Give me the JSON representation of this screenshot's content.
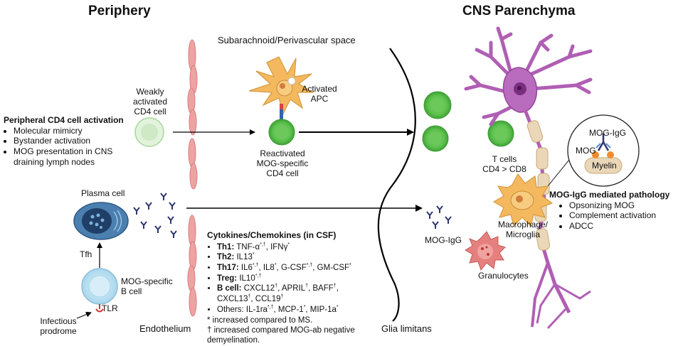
{
  "headings": {
    "periphery": "Periphery",
    "cns": "CNS Parenchyma",
    "space": "Subarachnoid/Perivascular space"
  },
  "labels": {
    "weak_cd4_l1": "Weakly",
    "weak_cd4_l2": "activated",
    "weak_cd4_l3": "CD4 cell",
    "apc_l1": "Activated",
    "apc_l2": "APC",
    "reactivated_l1": "Reactivated",
    "reactivated_l2": "MOG-specific",
    "reactivated_l3": "CD4 cell",
    "plasma_cell": "Plasma cell",
    "tfh": "Tfh",
    "bcell_l1": "MOG-specific",
    "bcell_l2": "B cell",
    "tlr": "TLR",
    "infectious_l1": "Infectious",
    "infectious_l2": "prodrome",
    "endothelium": "Endothelium",
    "glia_limitans": "Glia limitans",
    "tcells_l1": "T cells",
    "tcells_l2": "CD4 > CD8",
    "mog_igg_free": "MOG-IgG",
    "macrophage_l1": "Macrophage/",
    "macrophage_l2": "Microglia",
    "granulocytes": "Granulocytes",
    "inset_mog_igg": "MOG-IgG",
    "inset_mog": "MOG",
    "inset_myelin": "Myelin"
  },
  "peripheral_activation": {
    "title": "Peripheral CD4 cell activation",
    "items": [
      "Molecular mimicry",
      "Bystander activation",
      "MOG presentation in CNS",
      "draining lymph nodes"
    ]
  },
  "pathology": {
    "title": "MOG-IgG mediated pathology",
    "items": [
      "Opsonizing MOG",
      "Complement activation",
      "ADCC"
    ]
  },
  "cytokines": {
    "title": "Cytokines/Chemokines (in CSF)",
    "th1_label": "Th1:",
    "th1_text": "TNF-α",
    "th1_sup": "*,†",
    "th1_text2": ", IFNγ",
    "th1_sup2": "*",
    "th2_label": "Th2:",
    "th2_text": "IL13",
    "th2_sup": "*",
    "th17_label": "Th17:",
    "th17_text": "IL6",
    "th17_sup": "*,†",
    "th17_text2": ", IL8",
    "th17_sup2": "*",
    "th17_text3": ", G-CSF",
    "th17_sup3": "*,†",
    "th17_text4": ", GM-CSF",
    "th17_sup4": "*",
    "treg_label": "Treg:",
    "treg_text": "IL10",
    "treg_sup": "*,†",
    "bcell_label": "B cell:",
    "bcell_text": "CXCL12",
    "bcell_sup": "†",
    "bcell_text2": ", APRIL",
    "bcell_sup2": "†",
    "bcell_text3": ", BAFF",
    "bcell_sup3": "†",
    "bcell_text4": ",",
    "bcell_line2a": "CXCL13",
    "bcell_line2a_sup": "†",
    "bcell_line2b": ", CCL19",
    "bcell_line2b_sup": "†",
    "others_text": "Others: IL-1ra",
    "others_sup": "*,†",
    "others_text2": ", MCP-1",
    "others_sup2": "*",
    "others_text3": ", MIP-1a",
    "others_sup3": "*"
  },
  "notes": {
    "star": "* increased compared to MS.",
    "dagger_l1": "† increased compared MOG-ab negative",
    "dagger_l2": "demyelination."
  },
  "colors": {
    "tcell_green": "#5dc14e",
    "pale_green": "#cfe9c7",
    "apc_orange": "#f4b95e",
    "neuron_purple": "#b05fb4",
    "plasma_blue": "#4a7fb0",
    "bcell_blue": "#b4ddf0",
    "endothelium_pink": "#eb9e9e",
    "granulocyte_red": "#e06a6a",
    "antibody_navy": "#2e3670"
  }
}
